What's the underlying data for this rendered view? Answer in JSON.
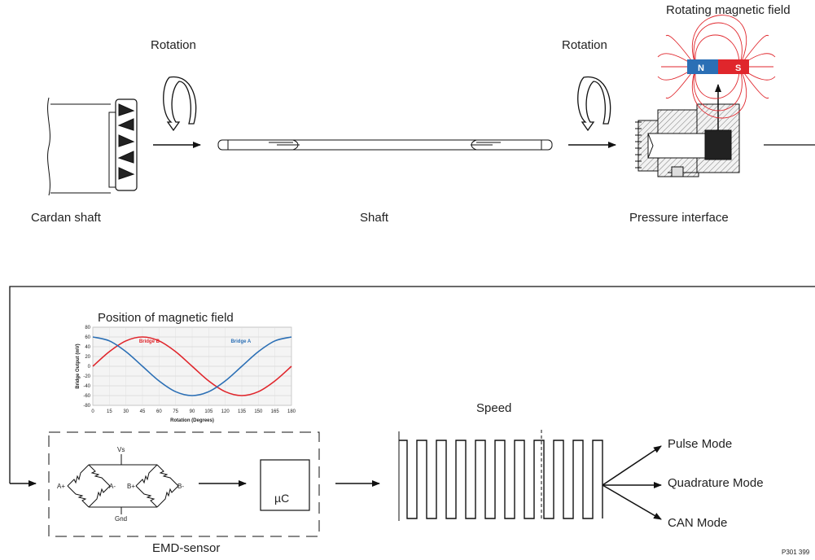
{
  "labels": {
    "rotation_left": "Rotation",
    "rotation_right": "Rotation",
    "rotating_field": "Rotating magnetic field",
    "cardan_shaft": "Cardan shaft",
    "shaft": "Shaft",
    "pressure_interface": "Pressure interface",
    "position_field": "Position of magnetic field",
    "speed": "Speed",
    "emd_sensor": "EMD-sensor",
    "pulse_mode": "Pulse Mode",
    "quadrature_mode": "Quadrature Mode",
    "can_mode": "CAN Mode",
    "ref_code": "P301 399",
    "uc": "µC",
    "magnet_n": "N",
    "magnet_s": "S",
    "bridge": {
      "vs": "Vs",
      "gnd": "Gnd",
      "a_plus": "A+",
      "a_minus": "A-",
      "b_plus": "B+",
      "b_minus": "B-"
    }
  },
  "colors": {
    "bridge_a": "#2b6fb5",
    "bridge_b": "#e0262c",
    "field_lines": "#e0262c",
    "magnet_n": "#2b6fb5",
    "magnet_s": "#e0262c"
  },
  "chart_data": {
    "type": "line",
    "title": "",
    "xlabel": "Rotation (Degrees)",
    "ylabel": "Bridge Output (mV)",
    "xlim": [
      0,
      180
    ],
    "ylim": [
      -80,
      80
    ],
    "xticks": [
      0,
      15,
      30,
      45,
      60,
      75,
      90,
      105,
      120,
      135,
      150,
      165,
      180
    ],
    "yticks": [
      80,
      60,
      40,
      20,
      0,
      -20,
      -40,
      -60,
      -80
    ],
    "grid": true,
    "x": [
      0,
      15,
      30,
      45,
      60,
      75,
      90,
      105,
      120,
      135,
      150,
      165,
      180
    ],
    "series": [
      {
        "name": "Bridge B",
        "color": "#e0262c",
        "values": [
          0,
          30,
          52,
          60,
          52,
          30,
          0,
          -30,
          -52,
          -60,
          -52,
          -30,
          0
        ]
      },
      {
        "name": "Bridge A",
        "color": "#2b6fb5",
        "values": [
          60,
          52,
          30,
          0,
          -30,
          -52,
          -60,
          -52,
          -30,
          0,
          30,
          52,
          60
        ]
      }
    ]
  }
}
